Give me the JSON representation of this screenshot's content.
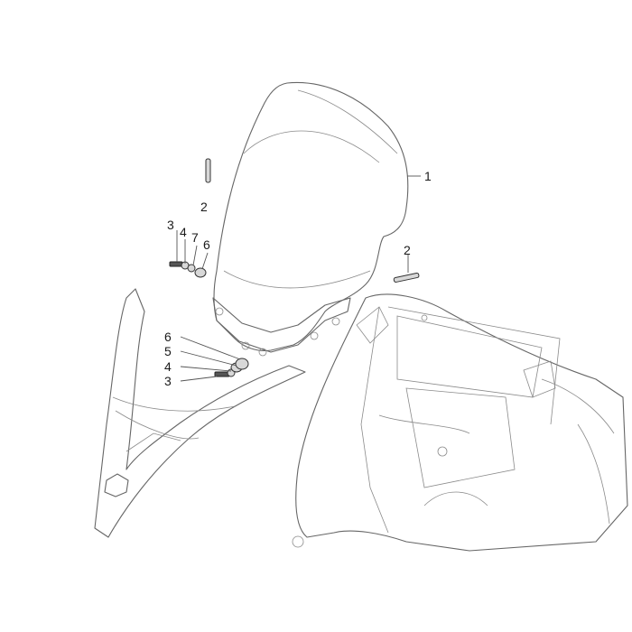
{
  "callouts": {
    "c1": "1",
    "c2a": "2",
    "c2b": "2",
    "c3a": "3",
    "c4a": "4",
    "c7": "7",
    "c6a": "6",
    "c6b": "6",
    "c5": "5",
    "c4b": "4",
    "c3b": "3"
  }
}
